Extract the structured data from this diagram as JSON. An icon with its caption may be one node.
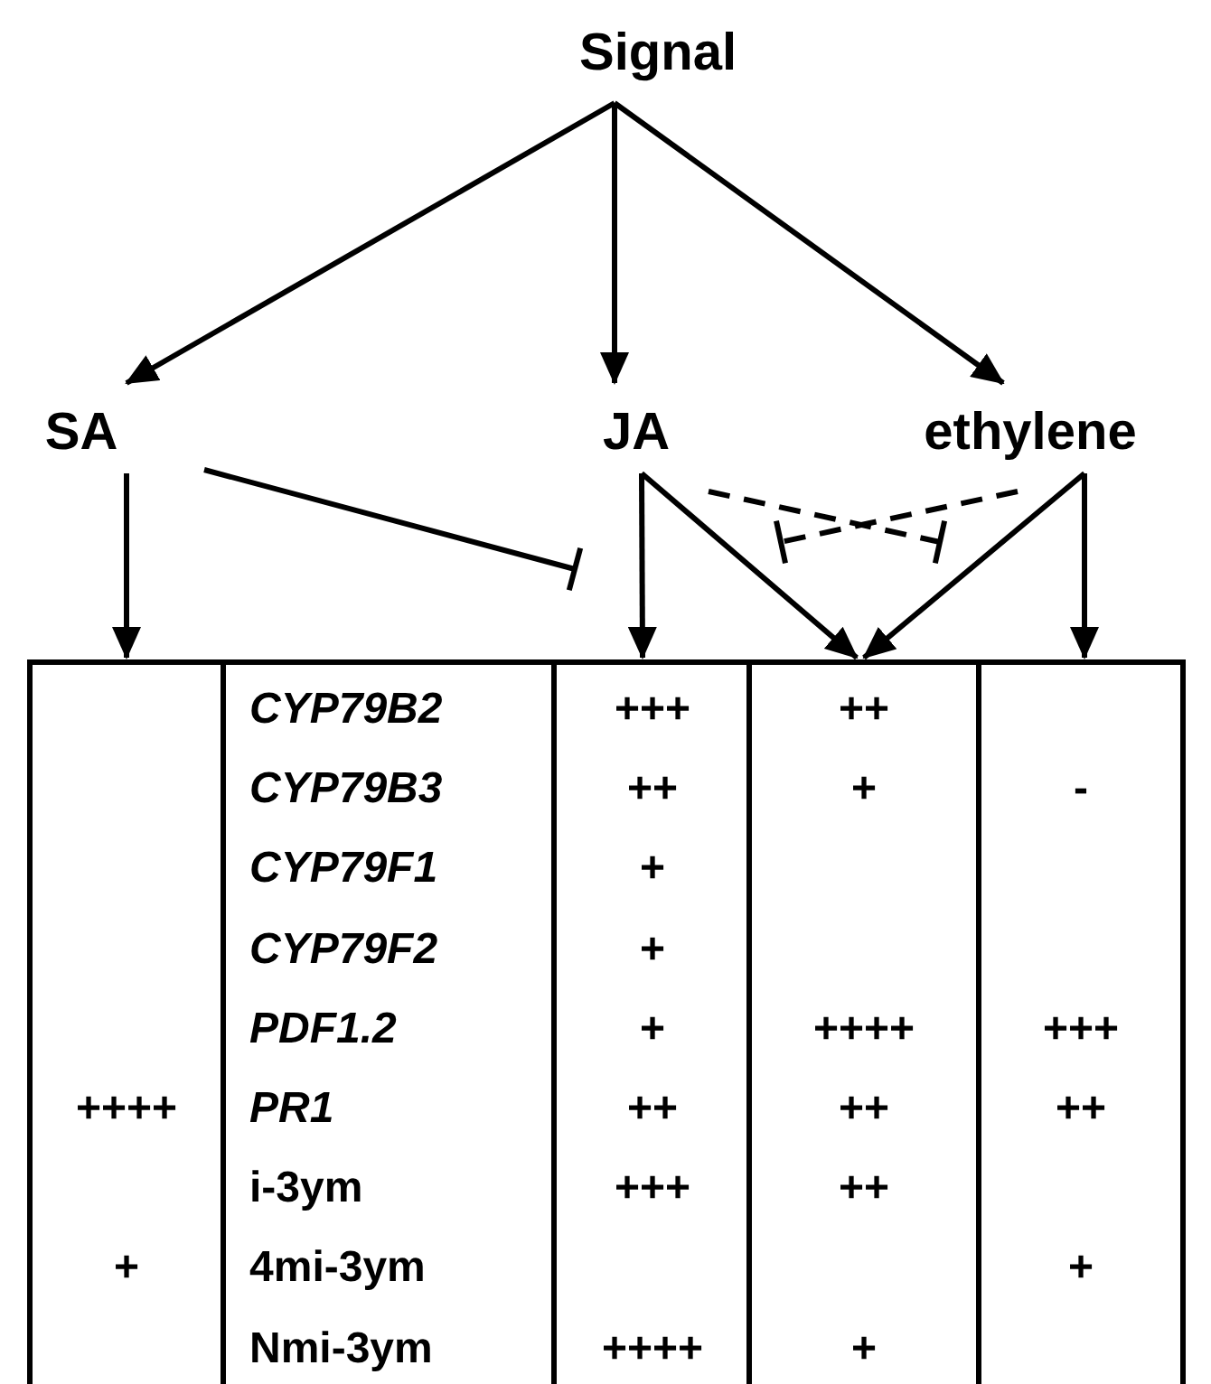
{
  "diagram": {
    "nodes": [
      {
        "text": [
          "Signal"
        ]
      },
      {
        "text": [
          "SA"
        ]
      },
      {
        "text": [
          "JA"
        ]
      },
      {
        "text": [
          "ethylene"
        ]
      },
      {
        "text": [],
        "shape": "box"
      },
      {
        "text": [],
        "shape": "box"
      },
      {
        "text": [],
        "shape": "box"
      },
      {
        "text": [],
        "shape": "box"
      },
      {
        "text": [],
        "shape": "box"
      }
    ],
    "edges": [
      {
        "from": 0,
        "to": 1,
        "arrow": "to"
      },
      {
        "from": 0,
        "to": 2,
        "arrow": "to"
      },
      {
        "from": 0,
        "to": 3,
        "arrow": "to"
      },
      {
        "from": 1,
        "to": 4,
        "arrow": "to"
      },
      {
        "from": 1,
        "to": null,
        "arrow": "other"
      },
      {
        "from": 2,
        "to": 6,
        "arrow": "to"
      },
      {
        "from": 2,
        "to": 7,
        "arrow": "to"
      },
      {
        "from": 2,
        "to": null,
        "arrow": "other",
        "style": "dashed"
      },
      {
        "from": 3,
        "to": null,
        "arrow": "other",
        "style": "dashed"
      },
      {
        "from": 3,
        "to": 7,
        "arrow": "to"
      },
      {
        "from": 3,
        "to": 8,
        "arrow": "to"
      }
    ],
    "labels": [
      "CYP79B2",
      "+++",
      "++",
      "CYP79B3",
      "++",
      "+",
      "-",
      "CYP79F1",
      "+",
      "CYP79F2",
      "+",
      "PDF1.2",
      "+",
      "++++",
      "+++",
      "++++",
      "PR1",
      "++",
      "++",
      "++",
      "i-3ym",
      "+++",
      "++",
      "+",
      "4mi-3ym",
      "+",
      "Nmi-3ym",
      "++++",
      "+"
    ]
  }
}
